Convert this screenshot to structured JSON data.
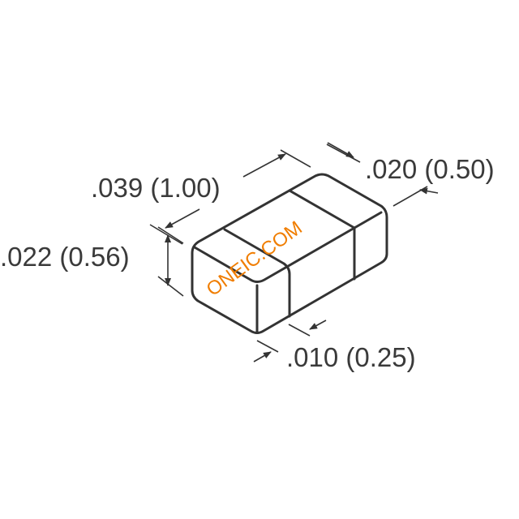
{
  "dimensions": {
    "length": ".039 (1.00)",
    "width": ".020 (0.50)",
    "height": ".022 (0.56)",
    "terminal": ".010 (0.25)"
  },
  "watermark": "ONEIC.COM",
  "colors": {
    "line": "#333333",
    "watermark": "#f07d00"
  }
}
